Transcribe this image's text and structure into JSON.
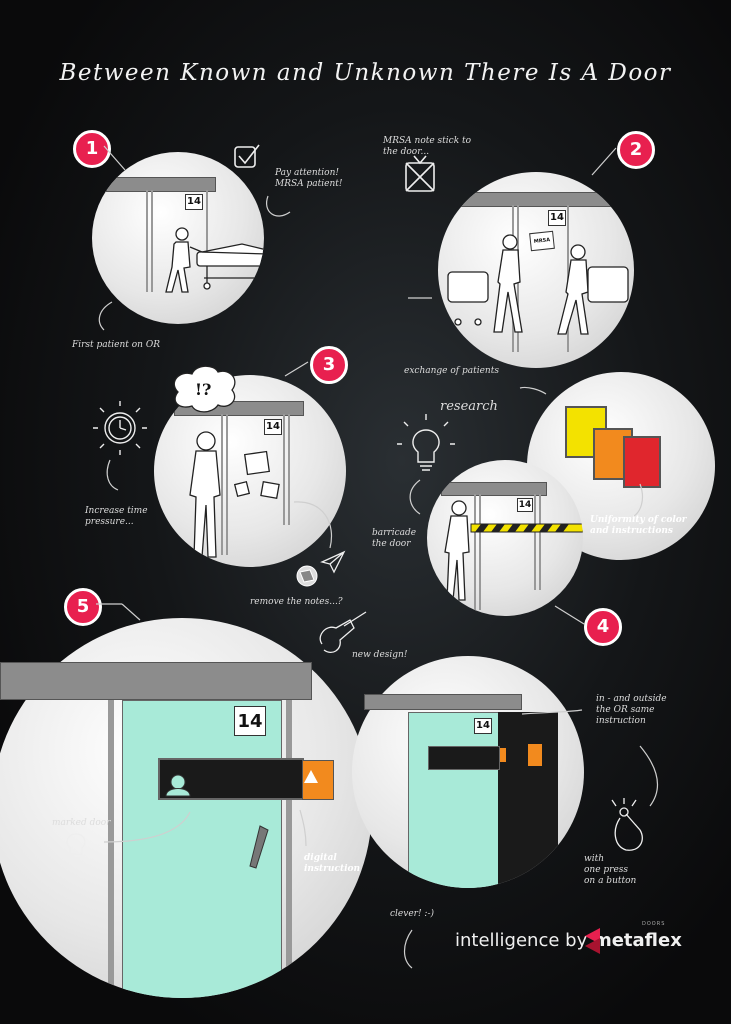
{
  "title": "Between Known and Unknown There Is A Door",
  "steps": [
    {
      "number": "1",
      "room_sign": "14",
      "note_top": "Pay attention!\nMRSA patient!",
      "note_bottom": "First patient on OR"
    },
    {
      "number": "2",
      "room_sign": "14",
      "note_top": "MRSA note stick to\nthe door...",
      "note_bottom": "exchange of patients",
      "sticky_label": "MRSA"
    },
    {
      "number": "3",
      "room_sign": "14",
      "thought": "!?",
      "note_left": "Increase time\npressure...",
      "note_bottom": "remove the notes...?",
      "note_next": "new design!"
    },
    {
      "number": "4",
      "room_sign": "14",
      "note_left": "barricade\nthe door",
      "note_research": "research",
      "note_uniform": "Uniformity of color\nand instructions"
    },
    {
      "number": "5",
      "room_sign": "14",
      "note_marked": "marked door",
      "note_digital": "digital\ninstruction",
      "note_inout": "in - and outside\nthe OR same\ninstruction",
      "note_press": "with\none press\non a button",
      "note_clever": "clever! :-)"
    }
  ],
  "brand": {
    "prefix": "intelligence by ",
    "name": "metaflex",
    "superscript": "DOORS",
    "accent": "#e8204f"
  },
  "colors": {
    "badge": "#e8204f",
    "door_glass": "#a8ead8",
    "lintel": "#8c8c8c",
    "sign_yellow": "#f3e200",
    "sign_orange": "#f28a1e",
    "sign_red": "#e0262d"
  },
  "icons": [
    "checkbox-icon",
    "crossed-box-icon",
    "clock-icon",
    "lightbulb-icon",
    "paper-plane-icon",
    "crumpled-paper-icon",
    "hand-pencil-icon",
    "finger-press-icon"
  ]
}
